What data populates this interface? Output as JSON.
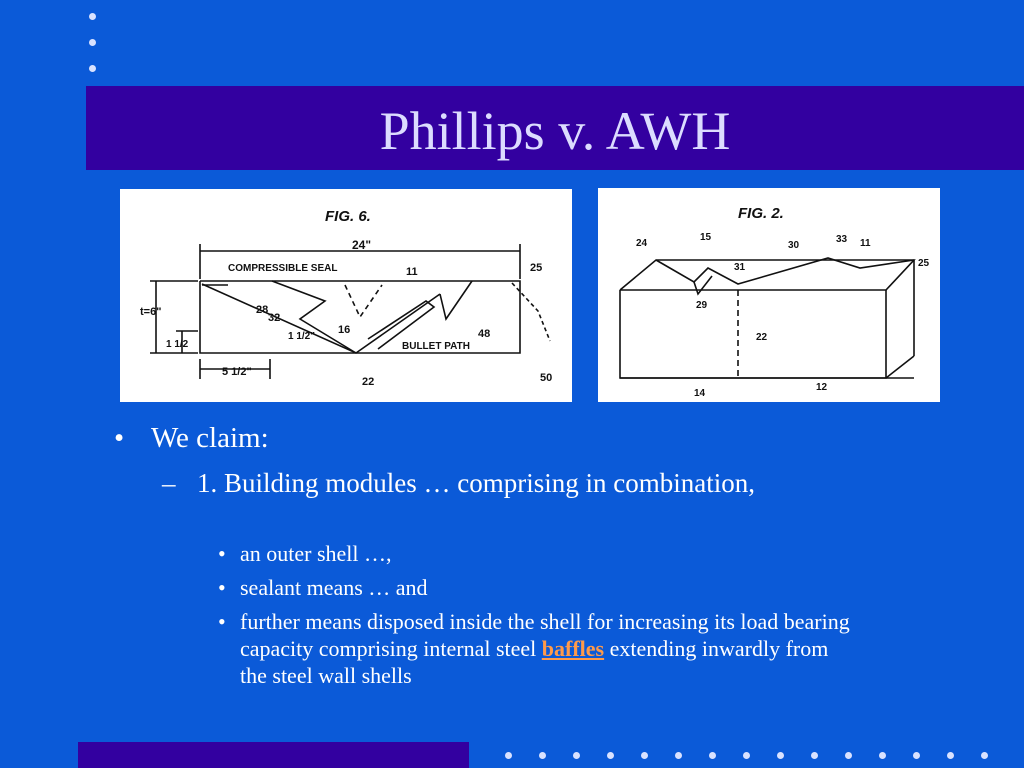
{
  "slide": {
    "title": "Phillips v. AWH",
    "colors": {
      "background": "#0b5ad8",
      "band": "#3300a0",
      "title_text": "#dcdcff",
      "highlight": "#ff9a4a"
    }
  },
  "figures": {
    "fig6": {
      "label": "FIG. 6.",
      "dimension_top": "24\"",
      "compressible_seal": "COMPRESSIBLE SEAL",
      "bullet_path": "BULLET PATH",
      "height_label": "t=6\"",
      "small_height": "1 1/2",
      "inner_height": "1 1/2\"",
      "width_label": "5 1/2\"",
      "refs": [
        "11",
        "25",
        "32",
        "28",
        "16",
        "48",
        "22",
        "50"
      ]
    },
    "fig2": {
      "label": "FIG. 2.",
      "refs": [
        "24",
        "15",
        "30",
        "33",
        "11",
        "25",
        "31",
        "29",
        "22",
        "12",
        "14"
      ]
    }
  },
  "content": {
    "l1": {
      "bullet": "•",
      "text": "We claim:"
    },
    "l2": {
      "bullet": "–",
      "text": "1. Building modules … comprising in combination,"
    },
    "l3": [
      {
        "bullet": "•",
        "text": "an outer shell …,"
      },
      {
        "bullet": "•",
        "text": "sealant means … and"
      },
      {
        "bullet": "•",
        "text_before": "further means disposed inside the shell for increasing its load bearing capacity comprising internal steel ",
        "highlight": "baffles",
        "text_after": " extending inwardly from the steel wall shells"
      }
    ]
  }
}
